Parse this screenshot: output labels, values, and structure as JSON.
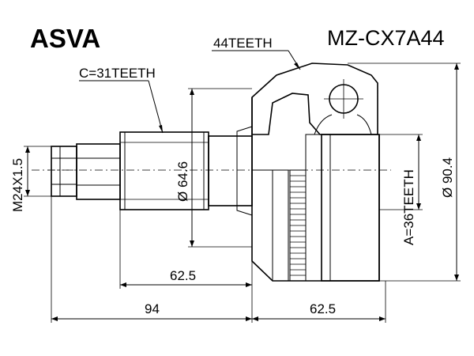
{
  "brand": "ASVA",
  "part_number": "MZ-CX7A44",
  "labels": {
    "outer_teeth": "44TEETH",
    "shaft_teeth": "C=31TEETH",
    "abs_teeth": "A=36TEETH",
    "thread": "M24X1.5",
    "shaft_diameter": "Ø 64.6",
    "outer_diameter": "Ø 90.4",
    "dim_shaft_length": "62.5",
    "dim_total_left": "94",
    "dim_right": "62.5"
  }
}
